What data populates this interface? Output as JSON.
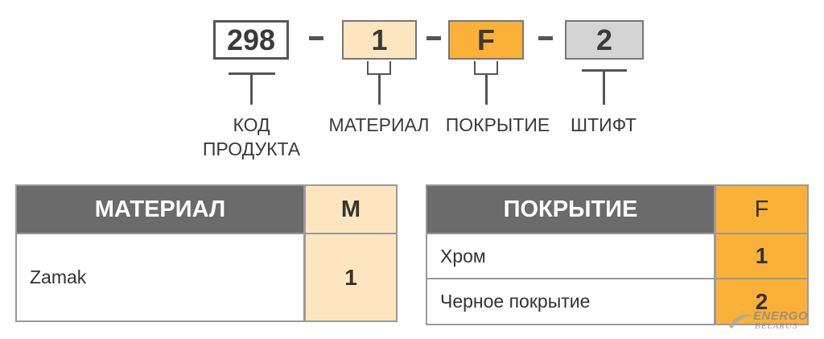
{
  "code": {
    "product": "298",
    "material": "1",
    "coating": "F",
    "pin": "2"
  },
  "labels": {
    "product_line1": "КОД",
    "product_line2": "ПРОДУКТА",
    "material": "МАТЕРИАЛ",
    "coating": "ПОКРЫТИЕ",
    "pin": "ШТИФТ"
  },
  "material_table": {
    "header": "МАТЕРИАЛ",
    "code_header": "M",
    "rows": [
      {
        "name": "Zamak",
        "code": "1"
      }
    ]
  },
  "coating_table": {
    "header": "ПОКРЫТИЕ",
    "code_header": "F",
    "rows": [
      {
        "name": "Хром",
        "code": "1"
      },
      {
        "name": "Черное покрытие",
        "code": "2"
      }
    ]
  },
  "watermark": {
    "line1": "ENERGO",
    "line2": "BELARUS"
  },
  "colors": {
    "cream": "#fde6bf",
    "orange": "#fbb037",
    "grey_box": "#d4d4d4",
    "header_grey": "#6b6b6b"
  }
}
